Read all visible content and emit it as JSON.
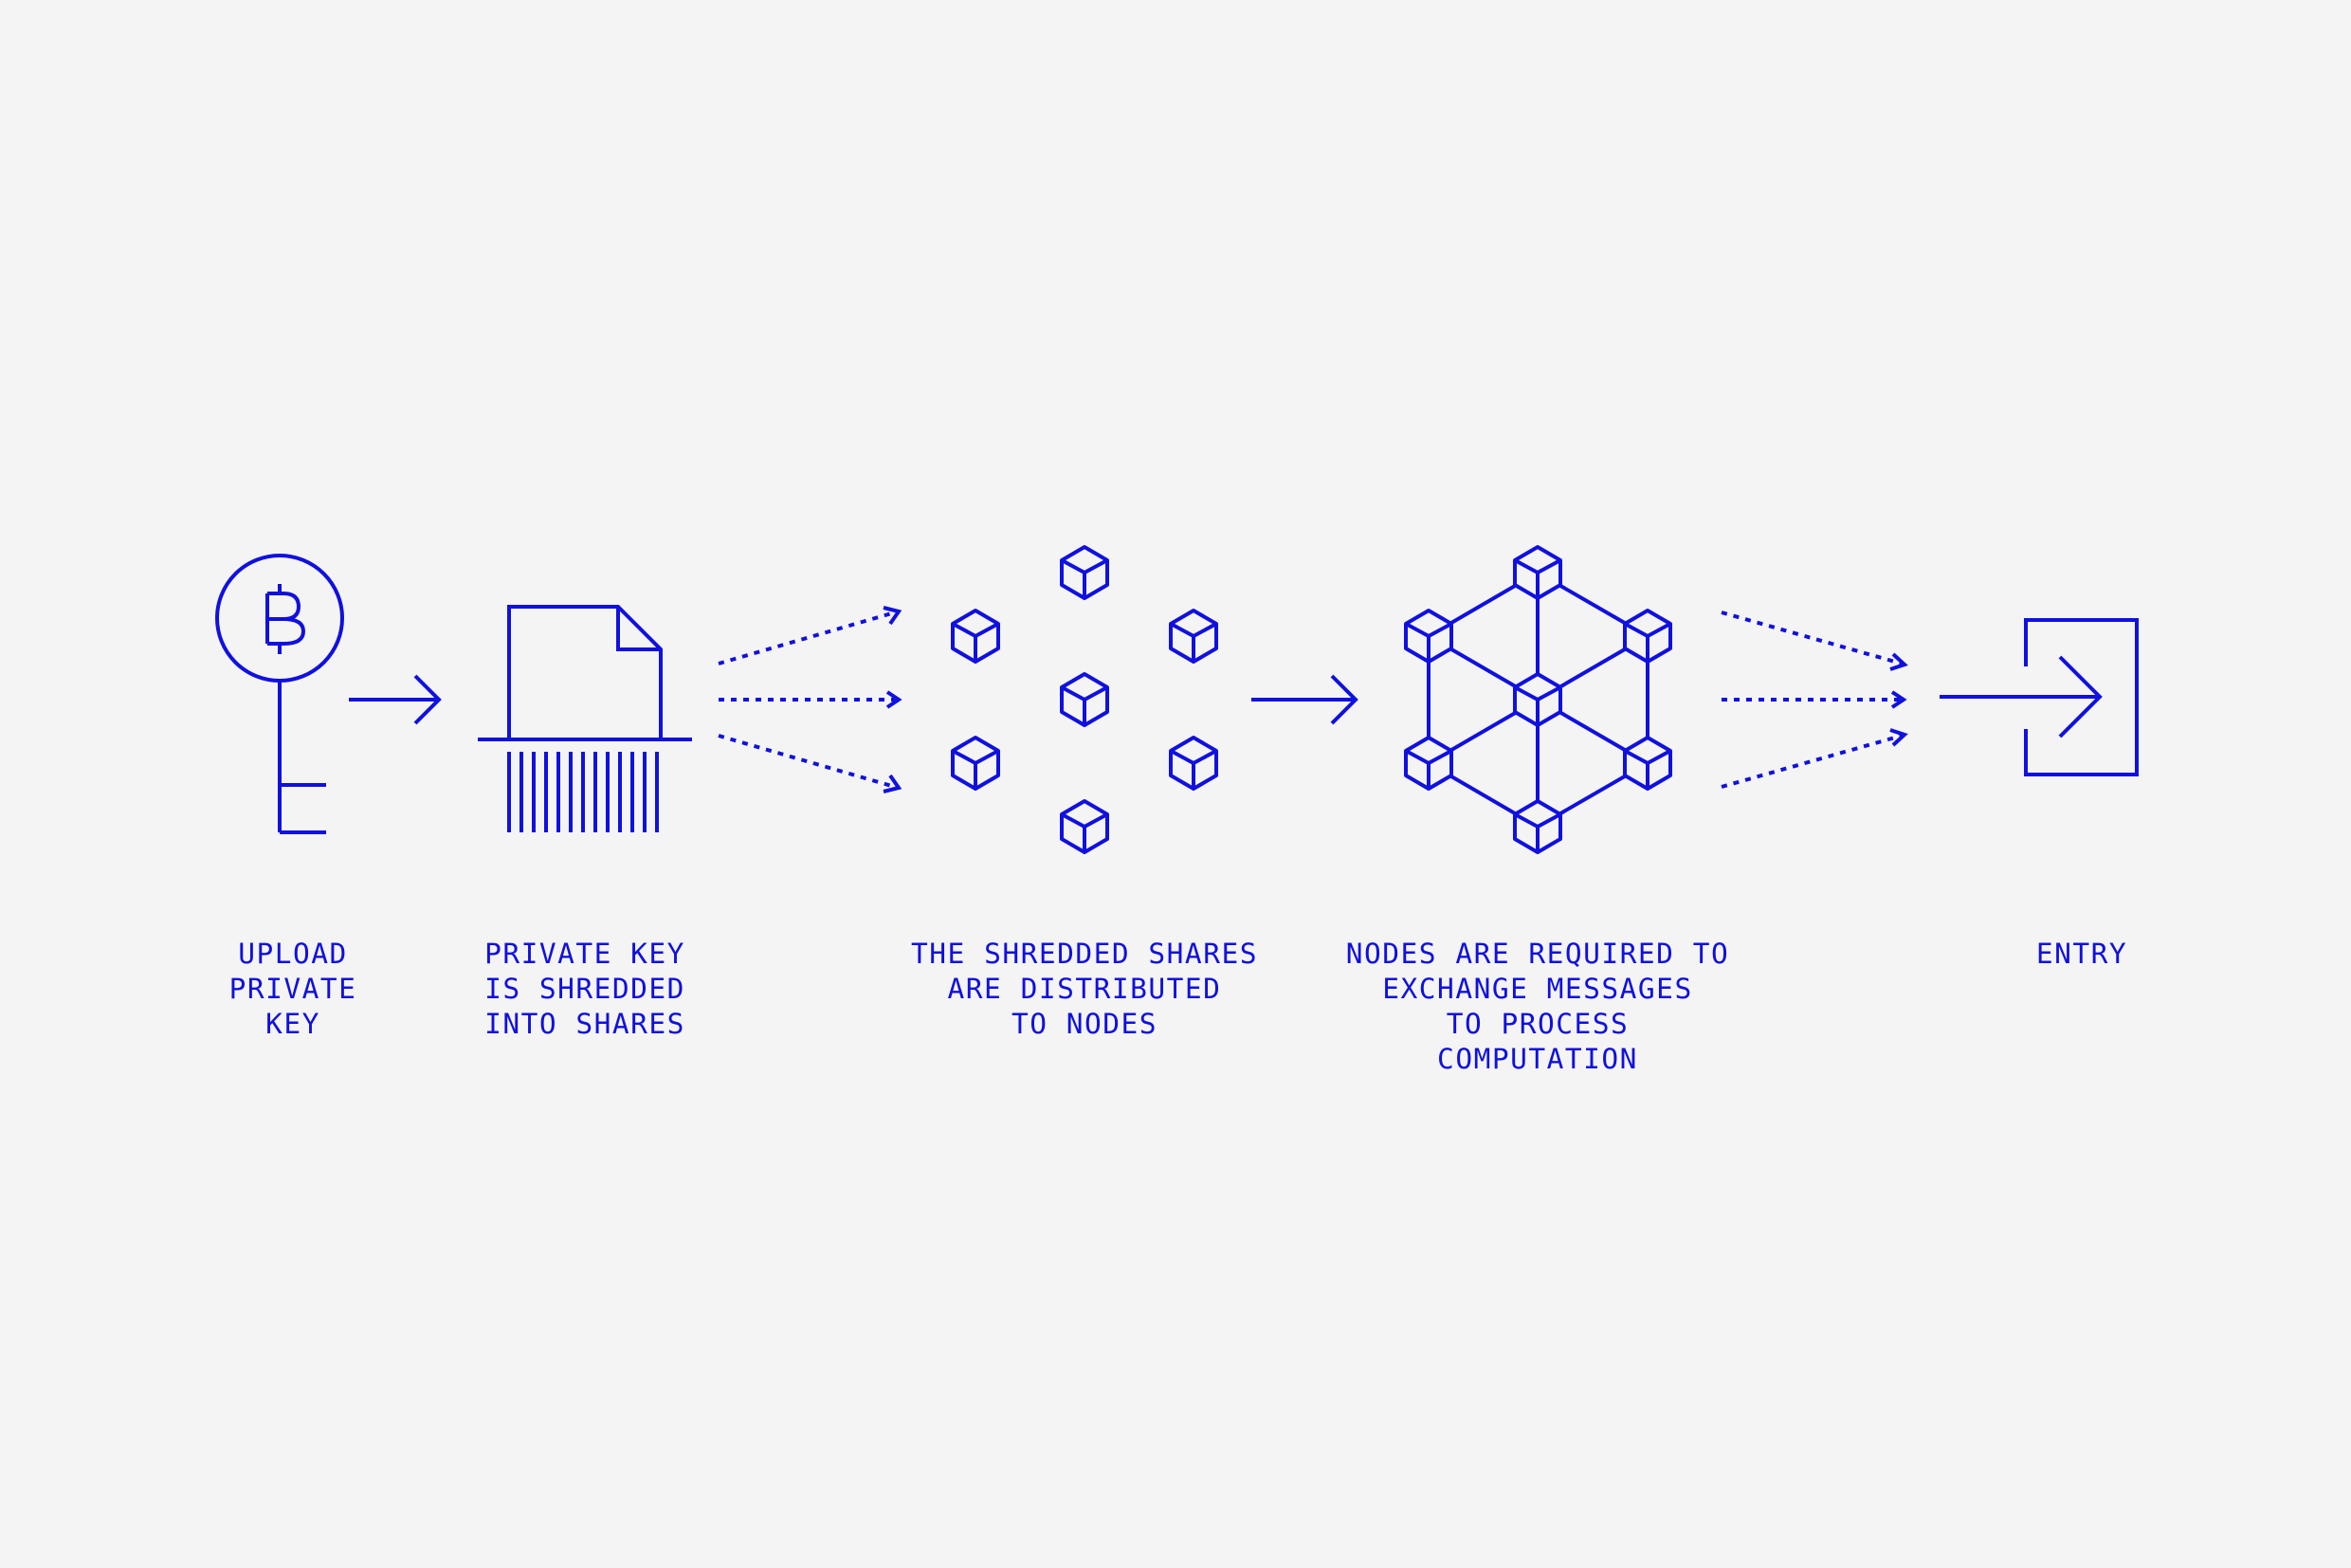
{
  "colors": {
    "background": "#f4f4f4",
    "accent": "#1010e0"
  },
  "steps": [
    {
      "icon": "bitcoin-key-icon",
      "lines": [
        "UPLOAD",
        "PRIVATE",
        "KEY"
      ]
    },
    {
      "icon": "shredder-document-icon",
      "lines": [
        "PRIVATE KEY",
        "IS SHREDDED",
        "INTO SHARES"
      ]
    },
    {
      "icon": "scattered-cubes-icon",
      "lines": [
        "THE SHREDDED SHARES",
        "ARE DISTRIBUTED",
        "TO NODES"
      ]
    },
    {
      "icon": "node-network-icon",
      "lines": [
        "NODES ARE REQUIRED TO",
        "EXCHANGE MESSAGES",
        "TO PROCESS",
        "COMPUTATION"
      ]
    },
    {
      "icon": "entry-sign-in-icon",
      "lines": [
        "ENTRY"
      ]
    }
  ],
  "connectors": [
    "solid-arrow",
    "dotted-fan-out",
    "solid-arrow",
    "dotted-fan-in"
  ]
}
